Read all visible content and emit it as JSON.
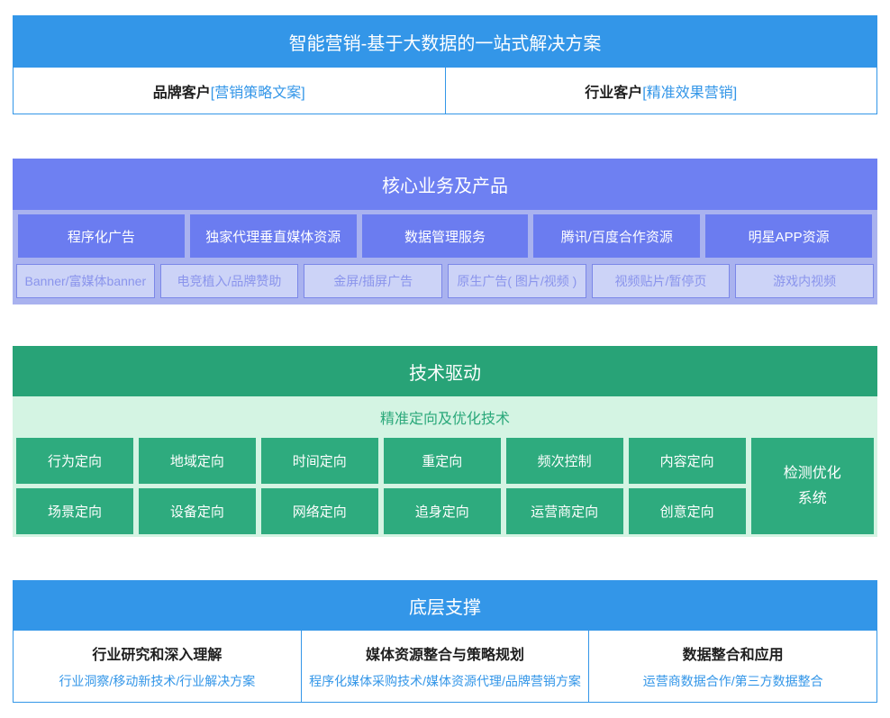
{
  "colors": {
    "blue": "#3396e8",
    "purple_header": "#6e80f2",
    "purple_button": "#6b7cf0",
    "purple_section_bg": "#a9b2ef",
    "purple_light_cell_bg": "#ccd3f7",
    "purple_light_cell_border": "#7b87e8",
    "purple_light_cell_text": "#8a94ec",
    "green_header": "#28a377",
    "green_cell": "#2eab7e",
    "green_section_bg": "#d4f4e3",
    "green_subtitle_text": "#2aa87a"
  },
  "top": {
    "title": "智能营销-基于大数据的一站式解决方案",
    "cells": [
      {
        "label": "品牌客户",
        "tag": "[营销策略文案]"
      },
      {
        "label": "行业客户",
        "tag": "[精准效果营销]"
      }
    ]
  },
  "core": {
    "title": "核心业务及产品",
    "primary": [
      "程序化广告",
      "独家代理垂直媒体资源",
      "数据管理服务",
      "腾讯/百度合作资源",
      "明星APP资源"
    ],
    "secondary": [
      "Banner/富媒体banner",
      "电竞植入/品牌赞助",
      "金屏/插屏广告",
      "原生广告( 图片/视频 )",
      "视频贴片/暂停页",
      "游戏内视频"
    ]
  },
  "tech": {
    "title": "技术驱动",
    "subtitle": "精准定向及优化技术",
    "row1": [
      "行为定向",
      "地域定向",
      "时间定向",
      "重定向",
      "频次控制",
      "内容定向"
    ],
    "row2": [
      "场景定向",
      "设备定向",
      "网络定向",
      "追身定向",
      "运营商定向",
      "创意定向"
    ],
    "span_cell": "检测优化\n系统"
  },
  "foundation": {
    "title": "底层支撑",
    "columns": [
      {
        "title": "行业研究和深入理解",
        "subtitle": "行业洞察/移动新技术/行业解决方案"
      },
      {
        "title": "媒体资源整合与策略规划",
        "subtitle": "程序化媒体采购技术/媒体资源代理/品牌营销方案"
      },
      {
        "title": "数据整合和应用",
        "subtitle": "运营商数据合作/第三方数据整合"
      }
    ]
  }
}
